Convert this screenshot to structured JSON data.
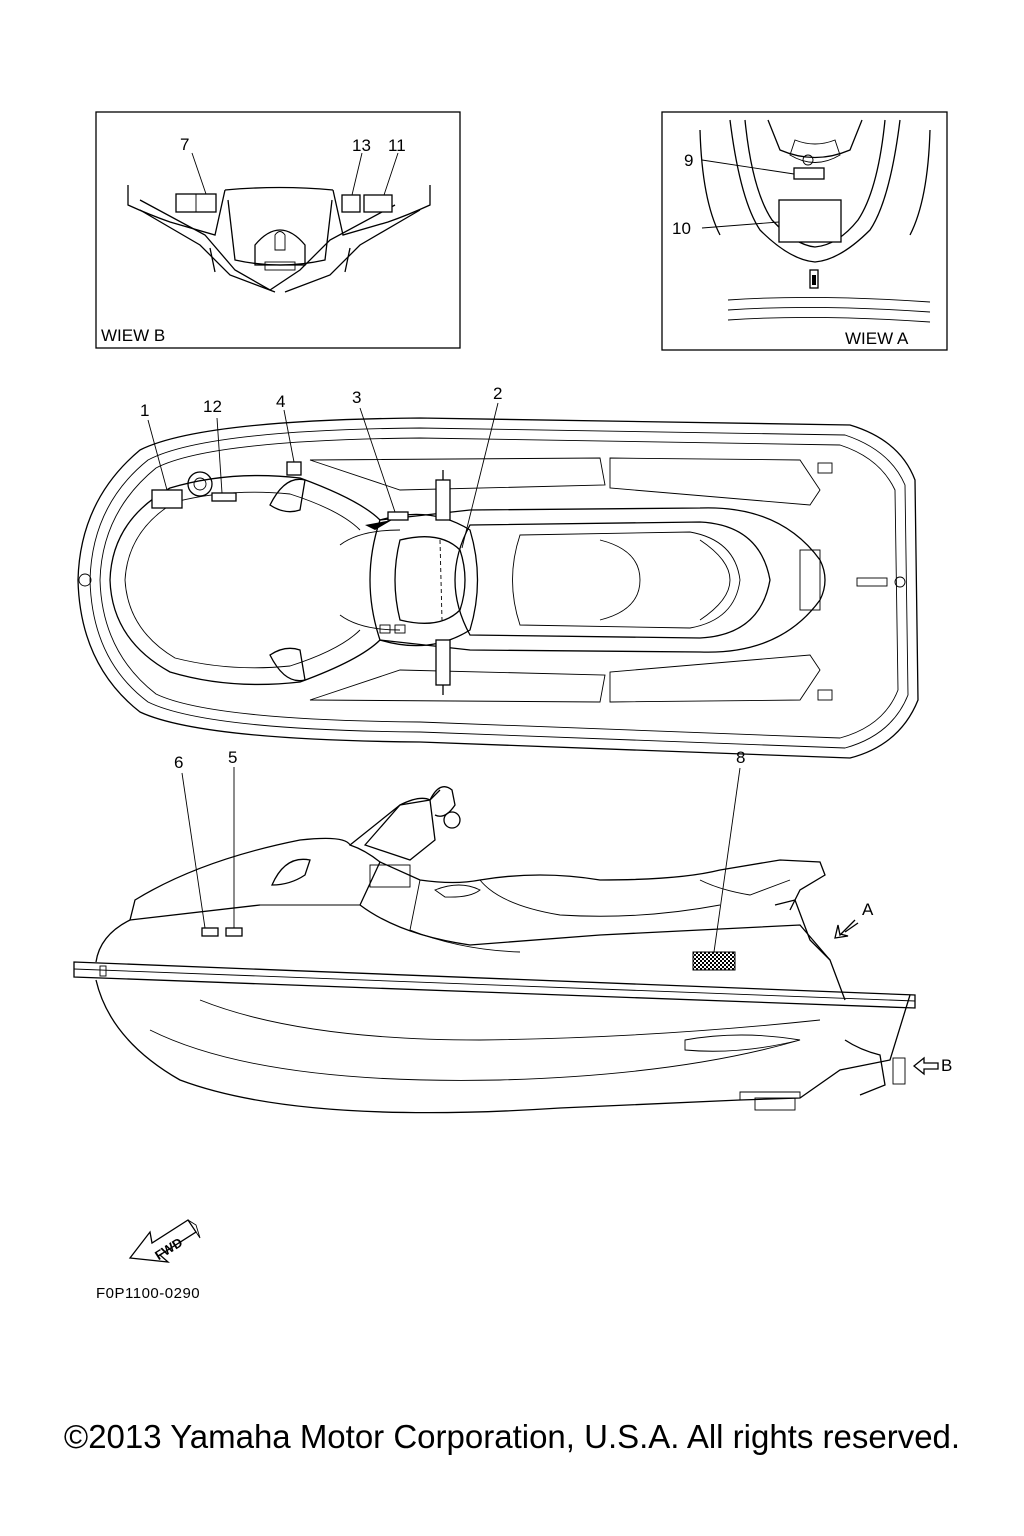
{
  "view_b": {
    "label": "WIEW B",
    "callouts": [
      "7",
      "13",
      "11"
    ]
  },
  "view_a": {
    "label": "WIEW A",
    "callouts": [
      "9",
      "10"
    ]
  },
  "top_view": {
    "callouts": [
      "1",
      "12",
      "4",
      "3",
      "2"
    ]
  },
  "side_view": {
    "callouts": [
      "6",
      "5",
      "8"
    ],
    "arrow_a": "A",
    "arrow_b": "B"
  },
  "fwd_arrow": {
    "label": "FWD"
  },
  "part_code": "F0P1100-0290",
  "copyright": "©2013 Yamaha Motor Corporation, U.S.A. All rights reserved."
}
